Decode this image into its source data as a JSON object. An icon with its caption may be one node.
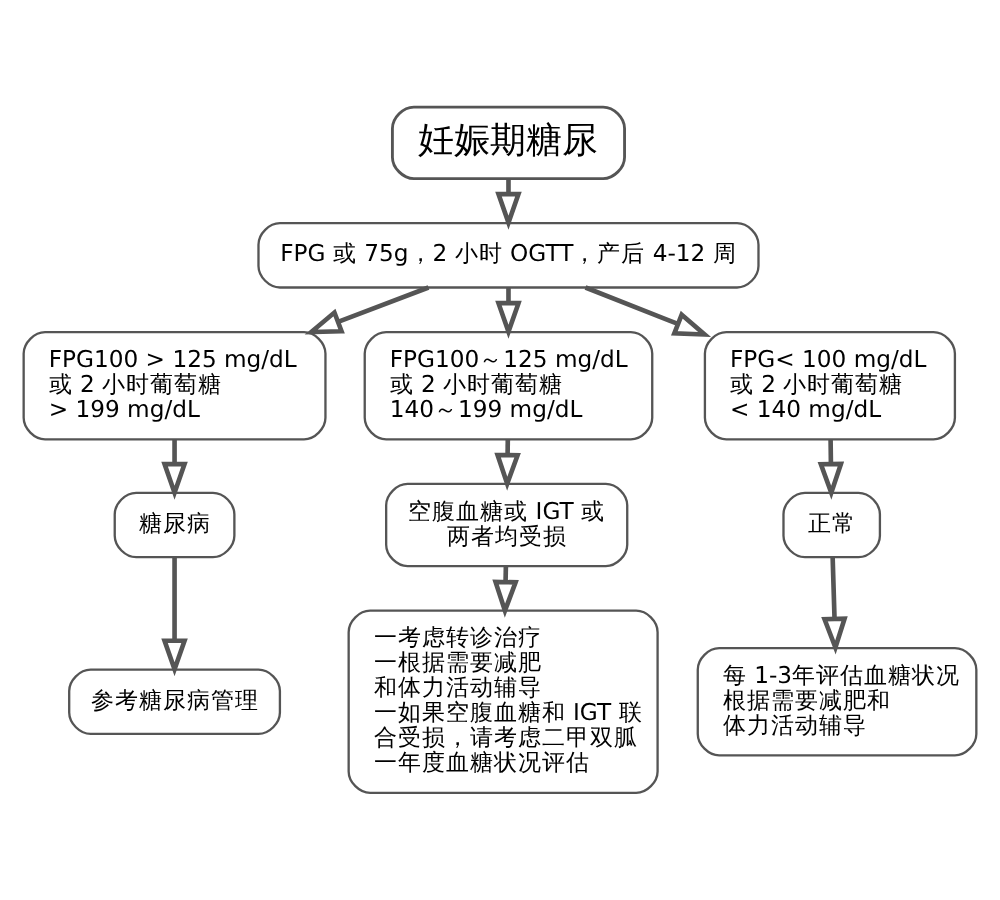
{
  "diagram": {
    "nodes": [
      {
        "text": [
          "妊娠期糖尿"
        ]
      },
      {
        "text": [
          "FPG 或 75g，2 小时 OGTT，产后 4-12 周"
        ]
      },
      {
        "text": [
          "FPG100 > 125 mg/dL",
          "或 2 小时葡萄糖",
          "> 199 mg/dL"
        ]
      },
      {
        "text": [
          "FPG100～125 mg/dL",
          "或 2 小时葡萄糖",
          "140～199 mg/dL"
        ]
      },
      {
        "text": [
          "FPG< 100 mg/dL",
          "或 2 小时葡萄糖",
          "< 140 mg/dL"
        ]
      },
      {
        "text": [
          "糖尿病"
        ]
      },
      {
        "text": [
          "空腹血糖或 IGT 或",
          "两者均受损"
        ]
      },
      {
        "text": [
          "正常"
        ]
      },
      {
        "text": [
          "参考糖尿病管理"
        ]
      },
      {
        "text": [
          "一考虑转诊治疗",
          "一根据需要减肥和体力活动辅导",
          "一如果空腹血糖和 IGT 联合受损，请考虑二甲双胍",
          "一年度血糖状况评估"
        ]
      },
      {
        "text": [
          "每 1-3年评估血糖状况",
          "根据需要减肥和体力活动辅导"
        ]
      }
    ],
    "edges": [
      {
        "from": 0,
        "to": 1,
        "arrow": "to"
      },
      {
        "from": 1,
        "to": 2,
        "arrow": "to"
      },
      {
        "from": 1,
        "to": 3,
        "arrow": "to"
      },
      {
        "from": 1,
        "to": 4,
        "arrow": "to"
      },
      {
        "from": 2,
        "to": 5,
        "arrow": "to"
      },
      {
        "from": 3,
        "to": 6,
        "arrow": "to"
      },
      {
        "from": 4,
        "to": 7,
        "arrow": "to"
      },
      {
        "from": 5,
        "to": 8,
        "arrow": "to"
      },
      {
        "from": 6,
        "to": 9,
        "arrow": "to"
      },
      {
        "from": 7,
        "to": 10,
        "arrow": "to"
      }
    ]
  }
}
